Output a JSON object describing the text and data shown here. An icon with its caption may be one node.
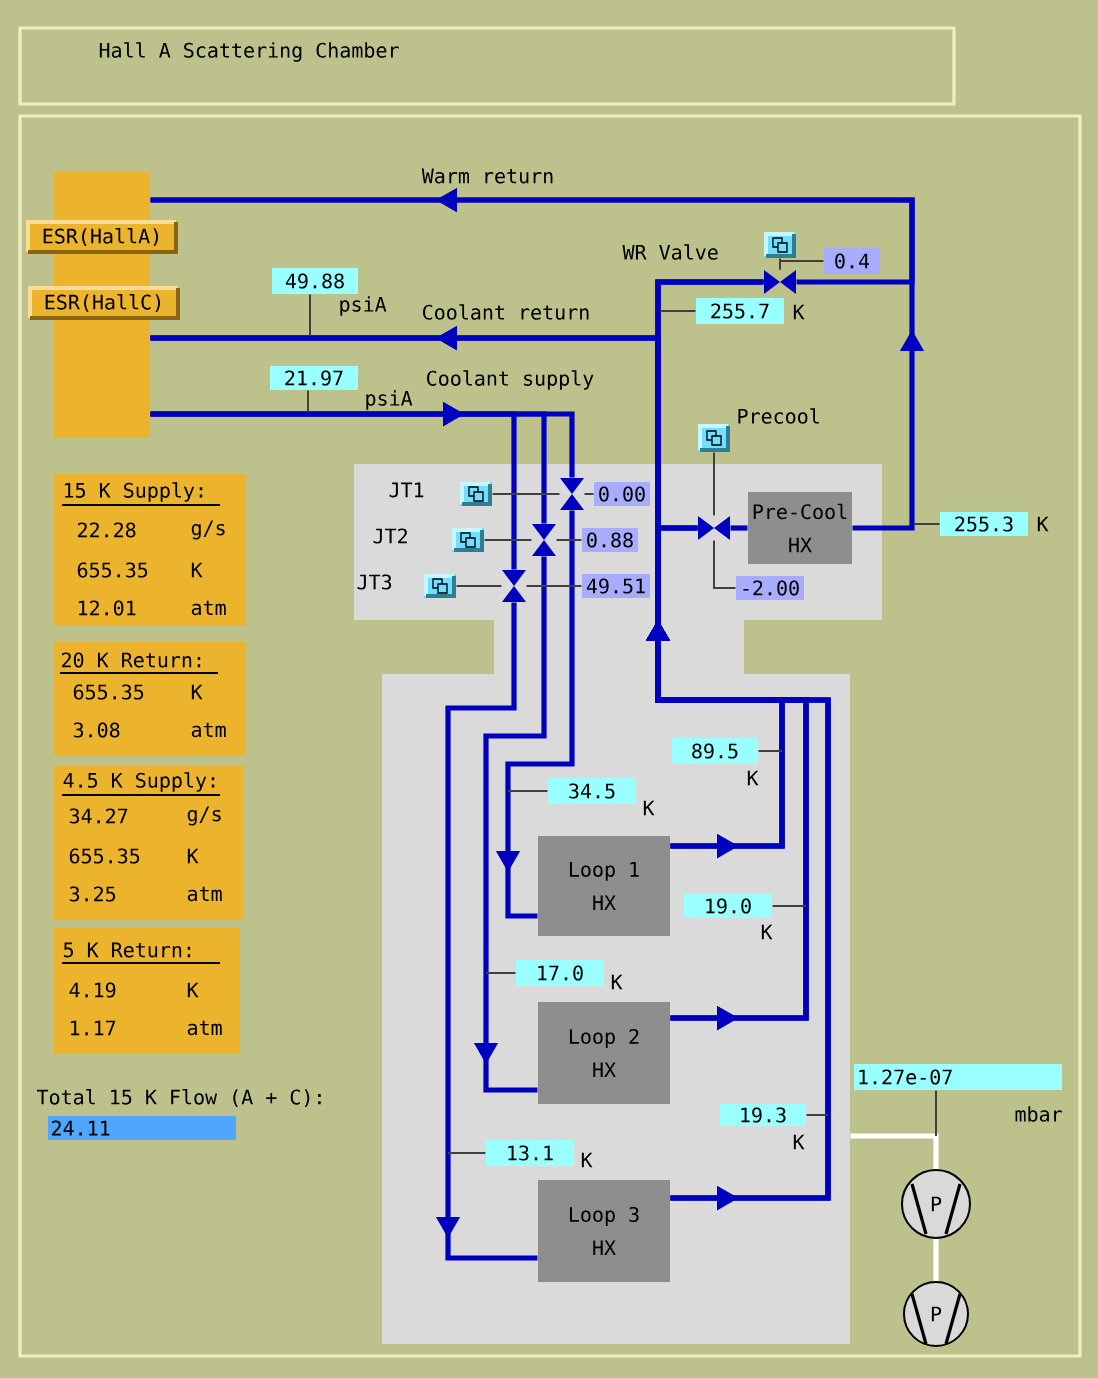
{
  "diagram": {
    "title": "Hall A Scattering Chamber",
    "nodes": [
      {
        "text": [],
        "shape": "bar"
      },
      {
        "text": [
          "ESR(HallA)"
        ]
      },
      {
        "text": [
          "ESR(HallC)"
        ]
      },
      {
        "text": [],
        "shape": "box",
        "beside": [
          "WR Valve"
        ]
      },
      {
        "text": [
          "0.4"
        ]
      },
      {
        "text": [
          "49.88"
        ],
        "beside": [
          "psiA"
        ]
      },
      {
        "text": [],
        "shape": "bowtie"
      },
      {
        "text": [
          "255.7"
        ],
        "beside": [
          "K"
        ]
      },
      {
        "text": [
          "21.97"
        ],
        "beside": [
          "psiA"
        ]
      },
      {
        "text": [],
        "shape": "box",
        "beside": [
          "Precool"
        ]
      },
      {
        "text": [],
        "shape": "box"
      },
      {
        "text": [],
        "shape": "box",
        "beside": [
          "JT1"
        ],
        "in": 10
      },
      {
        "text": [],
        "shape": "bowtie",
        "in": 10
      },
      {
        "text": [
          "0.00"
        ],
        "in": 10
      },
      {
        "text": [
          "Pre-Cool HX"
        ],
        "in": 10
      },
      {
        "text": [
          "255.3"
        ],
        "beside": [
          "K"
        ]
      },
      {
        "text": [],
        "shape": "box",
        "beside": [
          "JT2"
        ],
        "in": 10
      },
      {
        "text": [],
        "shape": "bowtie",
        "in": 10
      },
      {
        "text": [
          "0.88"
        ],
        "in": 10
      },
      {
        "text": [],
        "shape": "bowtie",
        "in": 10
      },
      {
        "text": [],
        "shape": "box",
        "beside": [
          "JT3"
        ],
        "in": 10
      },
      {
        "text": [],
        "shape": "bowtie",
        "in": 10
      },
      {
        "text": [
          "49.51"
        ],
        "in": 10
      },
      {
        "text": [
          "-2.00"
        ],
        "in": 10
      },
      {
        "text": [
          "89.5"
        ],
        "beside": [
          "K"
        ],
        "in": 10
      },
      {
        "text": [
          "34.5"
        ],
        "beside": [
          "K"
        ],
        "in": 10
      },
      {
        "text": [
          "Loop 1 HX"
        ],
        "in": 10
      },
      {
        "text": [
          "19.0"
        ],
        "beside": [
          "K"
        ],
        "in": 10
      },
      {
        "text": [
          "17.0"
        ],
        "beside": [
          "K"
        ],
        "in": 10
      },
      {
        "text": [
          "Loop 2 HX"
        ],
        "in": 10
      },
      {
        "text": [
          "1.27e-07"
        ],
        "beside": [
          "mbar"
        ]
      },
      {
        "text": [
          "19.3"
        ],
        "beside": [
          "K"
        ],
        "in": 10
      },
      {
        "text": [
          "13.1"
        ],
        "beside": [
          "K"
        ],
        "in": 10
      },
      {
        "text": [
          "P"
        ]
      },
      {
        "text": [
          "Loop 3 HX"
        ],
        "in": 10
      },
      {
        "text": [
          "P"
        ]
      },
      {
        "text": [
          "15 K Supply:",
          "22.28",
          "g/s",
          "655.35",
          "K",
          "12.01",
          "atm"
        ]
      },
      {
        "text": [
          "20 K Return:",
          "655.35",
          "K",
          "3.08",
          "atm"
        ]
      },
      {
        "text": [
          "4.5 K Supply:",
          "34.27",
          "g/s",
          "655.35",
          "K",
          "3.25",
          "atm"
        ]
      },
      {
        "text": [
          "5 K Return:",
          "4.19",
          "K",
          "1.17",
          "atm"
        ]
      },
      {
        "text": [
          "Total 15 K Flow (A + C):",
          "24.11"
        ]
      }
    ],
    "edges": [
      {
        "from": 14,
        "to": 0,
        "arrow": "to",
        "label": "Warm return",
        "style": "thick",
        "color": "#0000c0"
      },
      {
        "from": 6,
        "to": 0,
        "arrow": "to",
        "style": "thick",
        "color": "#0000c0"
      },
      {
        "from": 26,
        "to": 0,
        "arrow": "to",
        "label": "Coolant return",
        "style": "thick",
        "color": "#0000c0"
      },
      {
        "from": 26,
        "to": 6,
        "arrow": "to",
        "style": "thick",
        "color": "#0000c0"
      },
      {
        "from": 26,
        "to": 19,
        "arrow": "to",
        "style": "thick",
        "color": "#0000c0"
      },
      {
        "from": 29,
        "to": 0,
        "arrow": "to",
        "style": "thick",
        "color": "#0000c0"
      },
      {
        "from": 29,
        "to": 6,
        "arrow": "to",
        "style": "thick",
        "color": "#0000c0"
      },
      {
        "from": 29,
        "to": 19,
        "arrow": "to",
        "style": "thick",
        "color": "#0000c0"
      },
      {
        "from": 34,
        "to": 0,
        "arrow": "to",
        "style": "thick",
        "color": "#0000c0"
      },
      {
        "from": 34,
        "to": 6,
        "arrow": "to",
        "style": "thick",
        "color": "#0000c0"
      },
      {
        "from": 34,
        "to": 19,
        "arrow": "to",
        "style": "thick",
        "color": "#0000c0"
      },
      {
        "from": 0,
        "to": 12,
        "arrow": "to",
        "label": "Coolant supply",
        "style": "thick",
        "color": "#0000c0"
      },
      {
        "from": 0,
        "to": 17,
        "arrow": "to",
        "style": "thick",
        "color": "#0000c0"
      },
      {
        "from": 0,
        "to": 21,
        "arrow": "to",
        "style": "thick",
        "color": "#0000c0"
      },
      {
        "from": 12,
        "to": 26,
        "arrow": "to",
        "style": "thick",
        "color": "#0000c0"
      },
      {
        "from": 17,
        "to": 29,
        "arrow": "to",
        "style": "thick",
        "color": "#0000c0"
      },
      {
        "from": 21,
        "to": 34,
        "arrow": "to",
        "style": "thick",
        "color": "#0000c0"
      },
      {
        "from": 19,
        "to": 14,
        "arrow": "none",
        "style": "thick",
        "color": "#0000c0"
      },
      {
        "from": 10,
        "to": 33,
        "arrow": "none",
        "style": "thick",
        "color": "#ffffff"
      },
      {
        "from": 33,
        "to": 35,
        "arrow": "none",
        "style": "thick",
        "color": "#ffffff"
      },
      {
        "from": 5,
        "to": null,
        "arrow": "none"
      },
      {
        "from": 8,
        "to": null,
        "arrow": "none"
      },
      {
        "from": 7,
        "to": null,
        "arrow": "none"
      },
      {
        "from": 15,
        "to": null,
        "arrow": "none"
      },
      {
        "from": 24,
        "to": null,
        "arrow": "none"
      },
      {
        "from": 25,
        "to": null,
        "arrow": "none"
      },
      {
        "from": 27,
        "to": null,
        "arrow": "none"
      },
      {
        "from": 28,
        "to": null,
        "arrow": "none"
      },
      {
        "from": 31,
        "to": null,
        "arrow": "none"
      },
      {
        "from": 32,
        "to": null,
        "arrow": "none"
      },
      {
        "from": 30,
        "to": null,
        "arrow": "none"
      },
      {
        "from": 3,
        "to": 6,
        "arrow": "none"
      },
      {
        "from": 4,
        "to": 6,
        "arrow": "none"
      },
      {
        "from": 9,
        "to": 19,
        "arrow": "none"
      },
      {
        "from": 23,
        "to": 19,
        "arrow": "none"
      },
      {
        "from": 11,
        "to": 12,
        "arrow": "none"
      },
      {
        "from": 13,
        "to": 12,
        "arrow": "none"
      },
      {
        "from": 16,
        "to": 17,
        "arrow": "none"
      },
      {
        "from": 18,
        "to": 17,
        "arrow": "none"
      },
      {
        "from": 20,
        "to": 21,
        "arrow": "none"
      },
      {
        "from": 22,
        "to": 21,
        "arrow": "none"
      }
    ]
  }
}
